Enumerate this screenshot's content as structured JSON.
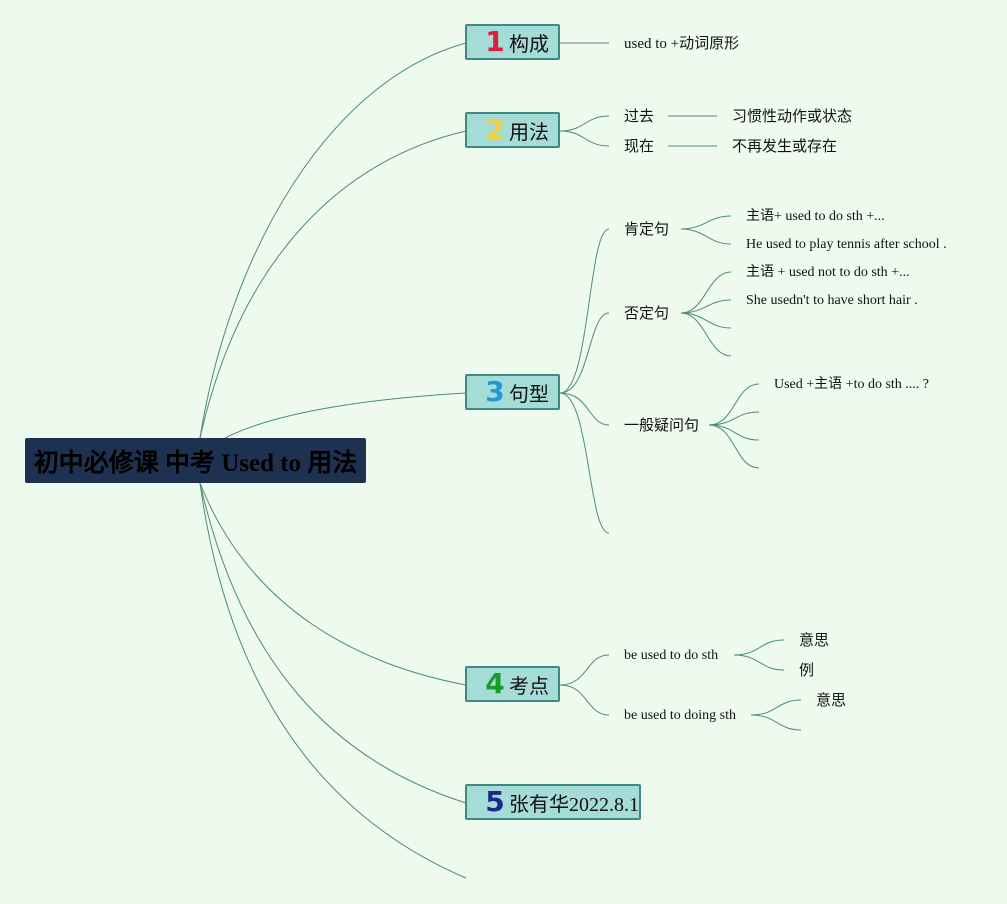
{
  "root": {
    "title": "初中必修课 中考 Used to 用法"
  },
  "branches": [
    {
      "num": "1",
      "label": "构成",
      "color": "#d8213c"
    },
    {
      "num": "2",
      "label": "用法",
      "color": "#f2cf3d"
    },
    {
      "num": "3",
      "label": "句型",
      "color": "#1e9ad8"
    },
    {
      "num": "4",
      "label": "考点",
      "color": "#1a9b2f"
    },
    {
      "num": "5",
      "label": "张有华2022.8.1",
      "color": "#1a2a86"
    }
  ],
  "b1": {
    "form": "used to +动词原形"
  },
  "b2": {
    "past": "过去",
    "past_detail": "习惯性动作或状态",
    "present": "现在",
    "present_detail": "不再发生或存在"
  },
  "b3": {
    "affirmative": "肯定句",
    "affirmative_rule": "主语+ used to do sth +...",
    "affirmative_example": "He used to play tennis after school .",
    "negative": "否定句",
    "negative_rule": "主语 + used not to do sth +...",
    "negative_example": "She usedn't to have short hair .",
    "question": "一般疑问句",
    "question_rule": "Used +主语 +to do sth .... ?"
  },
  "b4": {
    "point1": "be used to do sth",
    "point1_meaning": "意思",
    "point1_example": "例",
    "point2": "be used to doing sth",
    "point2_meaning": "意思"
  }
}
